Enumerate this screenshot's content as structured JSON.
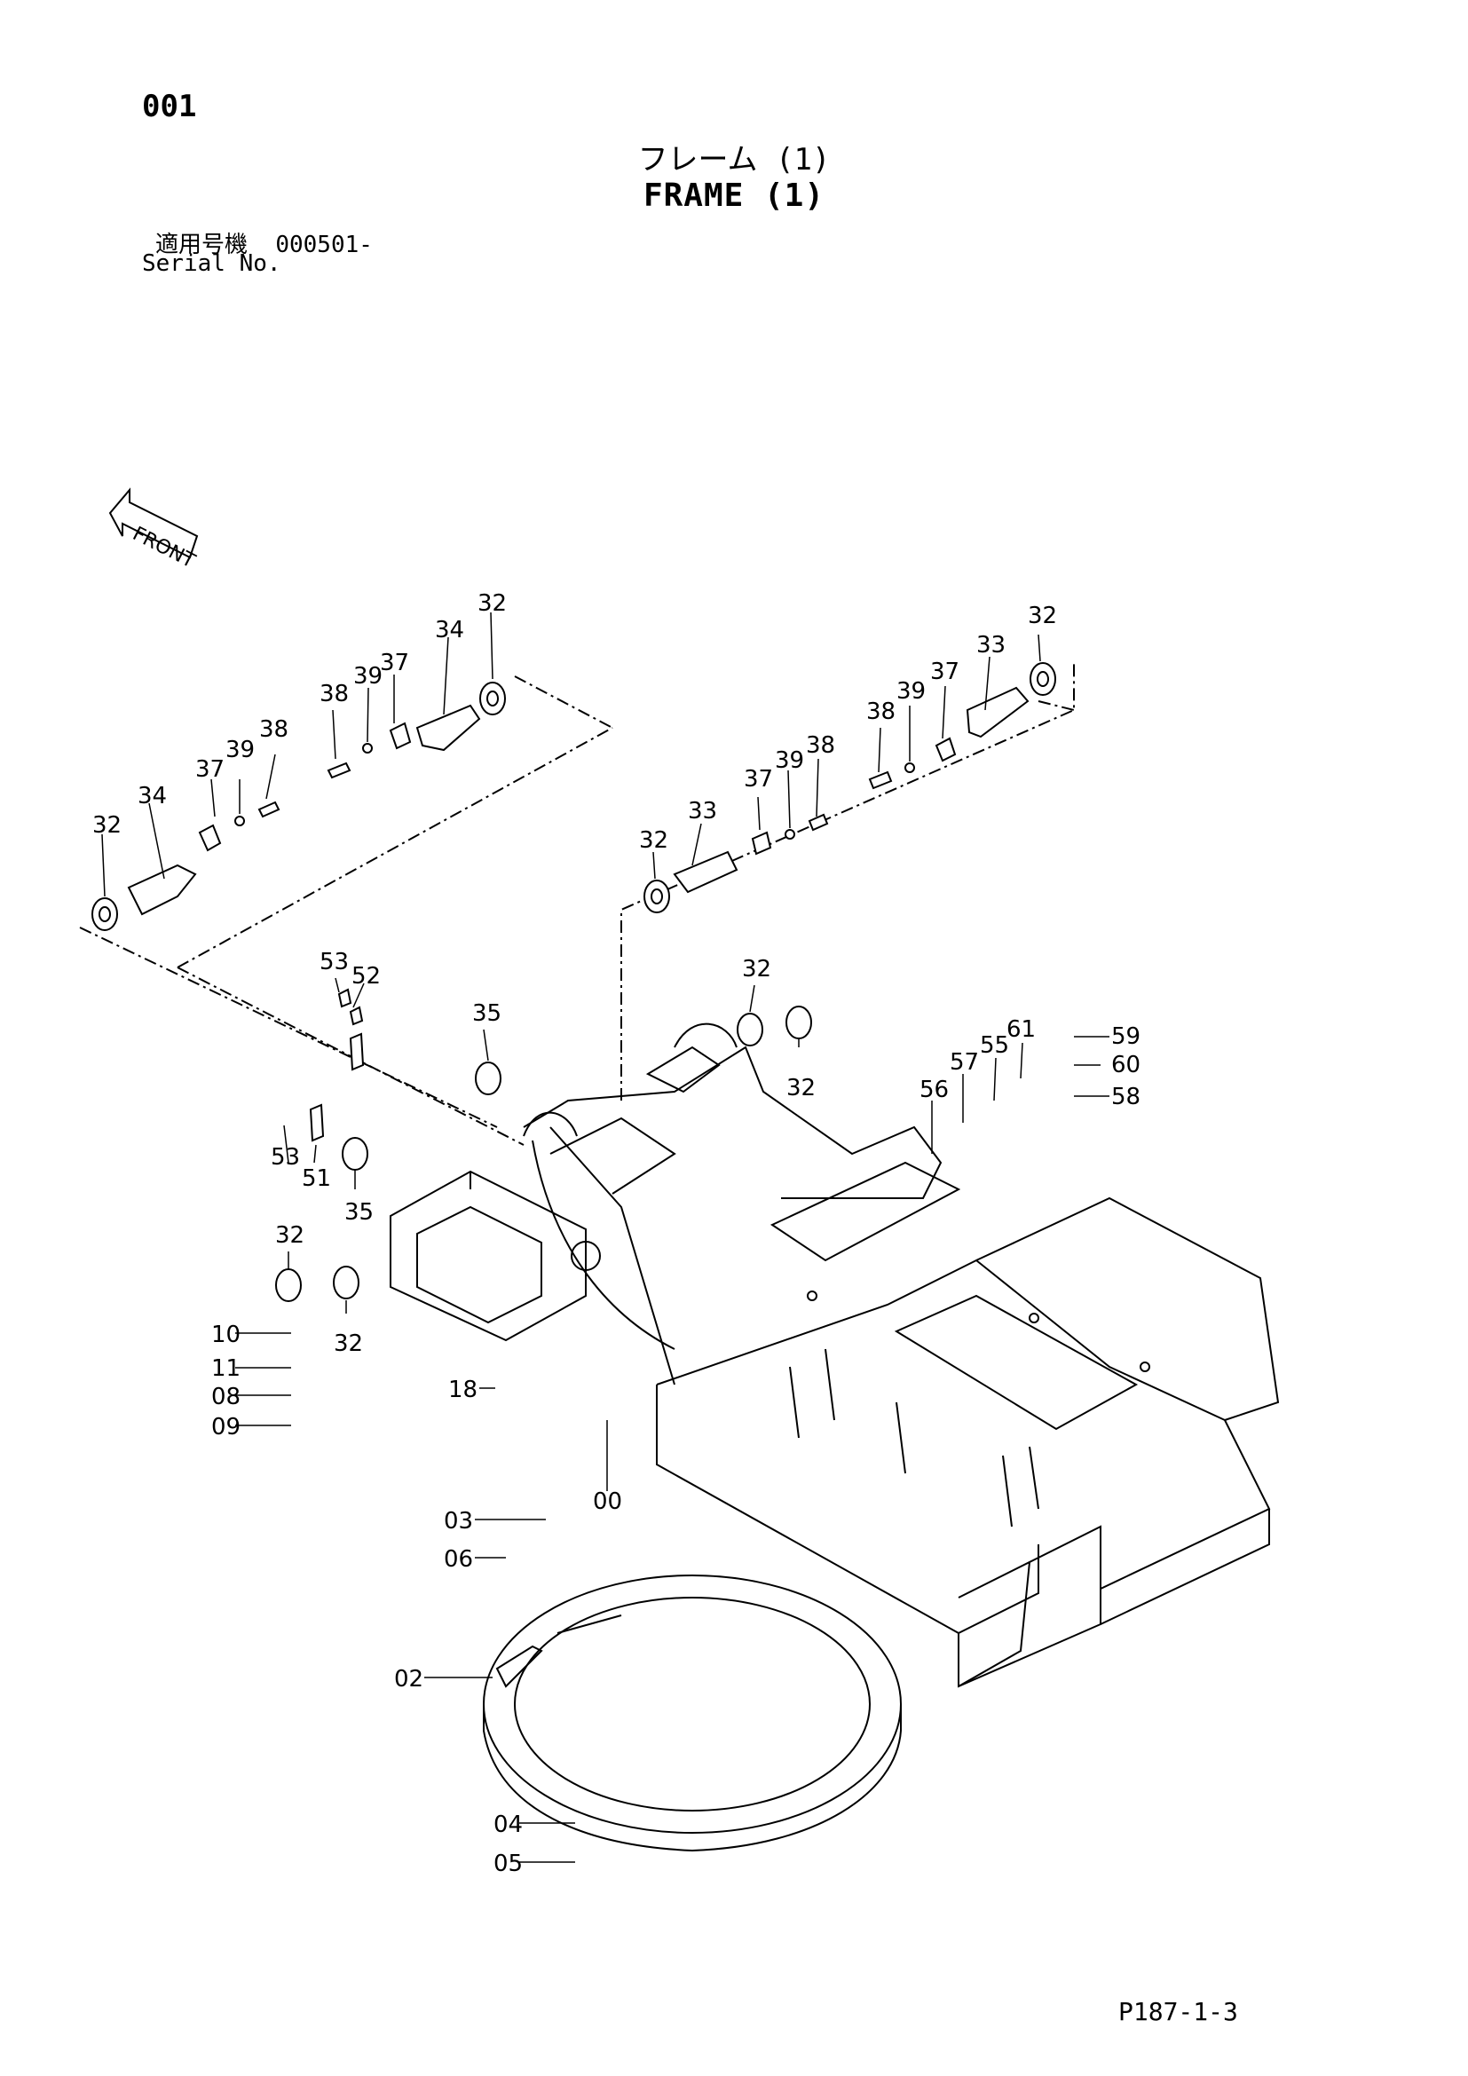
{
  "header": {
    "page_number": "001",
    "title_jp": "フレーム (1)",
    "title_en": "FRAME (1)",
    "serial_label_jp": "適用号機",
    "serial_value": "000501-",
    "serial_label_en": "Serial No."
  },
  "front_arrow_label": "FRONT",
  "callouts": [
    {
      "id": "c-32-a",
      "text": "32"
    },
    {
      "id": "c-34-a",
      "text": "34"
    },
    {
      "id": "c-37-a",
      "text": "37"
    },
    {
      "id": "c-39-a",
      "text": "39"
    },
    {
      "id": "c-38-a",
      "text": "38"
    },
    {
      "id": "c-32-b",
      "text": "32"
    },
    {
      "id": "c-34-b",
      "text": "34"
    },
    {
      "id": "c-37-b",
      "text": "37"
    },
    {
      "id": "c-39-b",
      "text": "39"
    },
    {
      "id": "c-38-b",
      "text": "38"
    },
    {
      "id": "c-32-c",
      "text": "32"
    },
    {
      "id": "c-33-a",
      "text": "33"
    },
    {
      "id": "c-37-c",
      "text": "37"
    },
    {
      "id": "c-39-c",
      "text": "39"
    },
    {
      "id": "c-38-c",
      "text": "38"
    },
    {
      "id": "c-32-d",
      "text": "32"
    },
    {
      "id": "c-33-b",
      "text": "33"
    },
    {
      "id": "c-37-d",
      "text": "37"
    },
    {
      "id": "c-39-d",
      "text": "39"
    },
    {
      "id": "c-38-d",
      "text": "38"
    },
    {
      "id": "c-53-a",
      "text": "53"
    },
    {
      "id": "c-52",
      "text": "52"
    },
    {
      "id": "c-35-a",
      "text": "35"
    },
    {
      "id": "c-32-e",
      "text": "32"
    },
    {
      "id": "c-32-f",
      "text": "32"
    },
    {
      "id": "c-53-b",
      "text": "53"
    },
    {
      "id": "c-51",
      "text": "51"
    },
    {
      "id": "c-35-b",
      "text": "35"
    },
    {
      "id": "c-32-g",
      "text": "32"
    },
    {
      "id": "c-32-h",
      "text": "32"
    },
    {
      "id": "c-10",
      "text": "10"
    },
    {
      "id": "c-11",
      "text": "11"
    },
    {
      "id": "c-08",
      "text": "08"
    },
    {
      "id": "c-09",
      "text": "09"
    },
    {
      "id": "c-18",
      "text": "18"
    },
    {
      "id": "c-00",
      "text": "00"
    },
    {
      "id": "c-56",
      "text": "56"
    },
    {
      "id": "c-57",
      "text": "57"
    },
    {
      "id": "c-55",
      "text": "55"
    },
    {
      "id": "c-61",
      "text": "61"
    },
    {
      "id": "c-59",
      "text": "59"
    },
    {
      "id": "c-60",
      "text": "60"
    },
    {
      "id": "c-58",
      "text": "58"
    },
    {
      "id": "c-03",
      "text": "03"
    },
    {
      "id": "c-06",
      "text": "06"
    },
    {
      "id": "c-02",
      "text": "02"
    },
    {
      "id": "c-04",
      "text": "04"
    },
    {
      "id": "c-05",
      "text": "05"
    }
  ],
  "footer": {
    "page_ref": "P187-1-3"
  }
}
